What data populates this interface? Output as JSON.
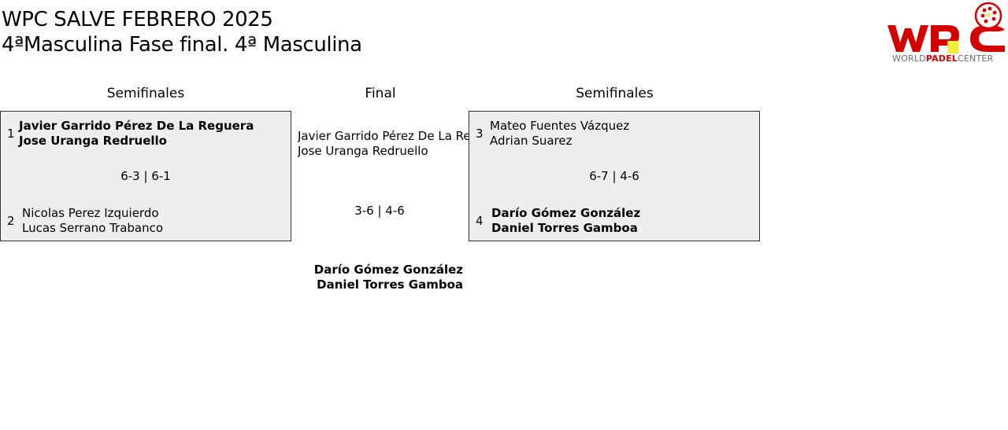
{
  "header": {
    "title": "WPC SALVE FEBRERO 2025",
    "subtitle": "4ªMasculina Fase final. 4ª Masculina"
  },
  "logo": {
    "icon": "wpc-padel-logo",
    "caption_part_1": "WORLD",
    "caption_part_2": "PADEL",
    "caption_part_3": "CENTER",
    "colors": {
      "red": "#d40000",
      "yellow": "#f2ee3a"
    }
  },
  "rounds": {
    "left": "Semifinales",
    "final": "Final",
    "right": "Semifinales"
  },
  "semifinal_left": {
    "team_1": {
      "seed": "1",
      "player_1": "Javier Garrido Pérez De La Reguera",
      "player_2": "Jose Uranga Redruello",
      "winner": true
    },
    "team_2": {
      "seed": "2",
      "player_1": "Nicolas Perez Izquierdo",
      "player_2": "Lucas Serrano Trabanco",
      "winner": false
    },
    "score": "6-3 | 6-1"
  },
  "semifinal_right": {
    "team_1": {
      "seed": "3",
      "player_1": "Mateo Fuentes Vázquez",
      "player_2": "Adrian Suarez",
      "winner": false
    },
    "team_2": {
      "seed": "4",
      "player_1": "Darío Gómez González",
      "player_2": "Daniel Torres Gamboa",
      "winner": true
    },
    "score": "6-7 | 4-6"
  },
  "final": {
    "team_1": {
      "player_1": "Javier Garrido Pérez De La Reguera",
      "player_2": "Jose Uranga Redruello"
    },
    "team_2": {
      "player_1": "Darío Gómez González",
      "player_2": "Daniel Torres Gamboa"
    },
    "score": "3-6 | 4-6"
  },
  "colors": {
    "box_background": "#eeeeee",
    "box_border": "#333333"
  }
}
